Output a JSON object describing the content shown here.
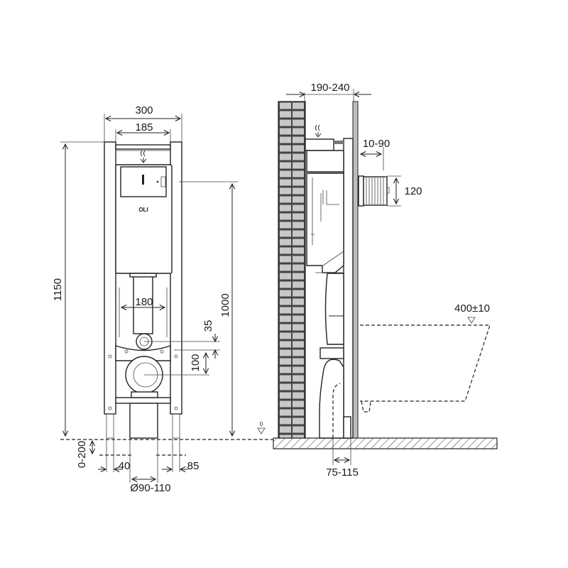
{
  "front_view": {
    "brand_logo": "OLI",
    "dims": {
      "width_outer": "300",
      "width_inner": "185",
      "height_total": "1150",
      "height_flush": "1000",
      "pipe_spacing": "180",
      "offset_35": "35",
      "offset_100": "100",
      "leg_adjust": "0-200",
      "foot_40": "40",
      "foot_85": "85",
      "waste_diameter": "Ø90-110"
    },
    "floor_marker": "0"
  },
  "side_view": {
    "dims": {
      "wall_gap": "190-240",
      "flush_plate": "10-90",
      "connector_height": "120",
      "seat_height": "400±10",
      "waste_offset": "75-115"
    }
  },
  "colors": {
    "line": "#222222",
    "brick": "#c8c8c8",
    "panel": "#bdbdbd"
  }
}
